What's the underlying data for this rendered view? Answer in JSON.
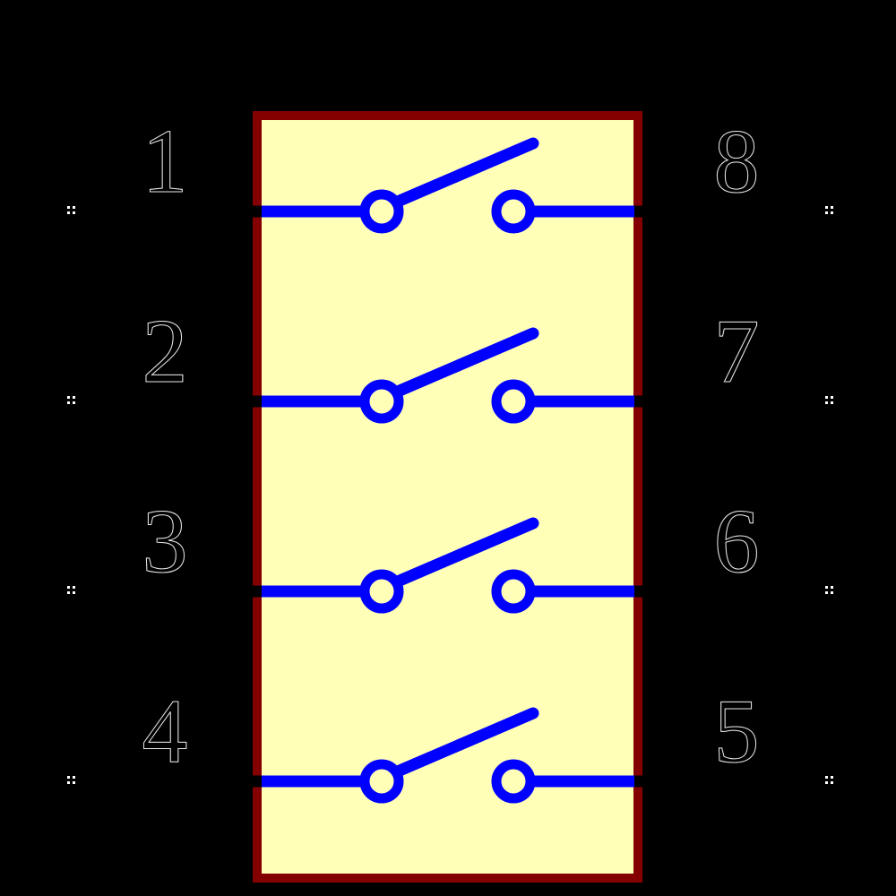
{
  "colors": {
    "background": "#000000",
    "body_fill": "#FFFFB7",
    "body_outline": "#840000",
    "switch_blue": "#0000FF",
    "pin_line": "#000000",
    "pin_number": "#000000",
    "pin_number_outline": "#E8E8E8",
    "pin_marker": "#FFFFFF"
  },
  "symbol": {
    "rows": [
      {
        "left_pin": "1",
        "right_pin": "8",
        "state": "open"
      },
      {
        "left_pin": "2",
        "right_pin": "7",
        "state": "open"
      },
      {
        "left_pin": "3",
        "right_pin": "6",
        "state": "open"
      },
      {
        "left_pin": "4",
        "right_pin": "5",
        "state": "open"
      }
    ]
  }
}
